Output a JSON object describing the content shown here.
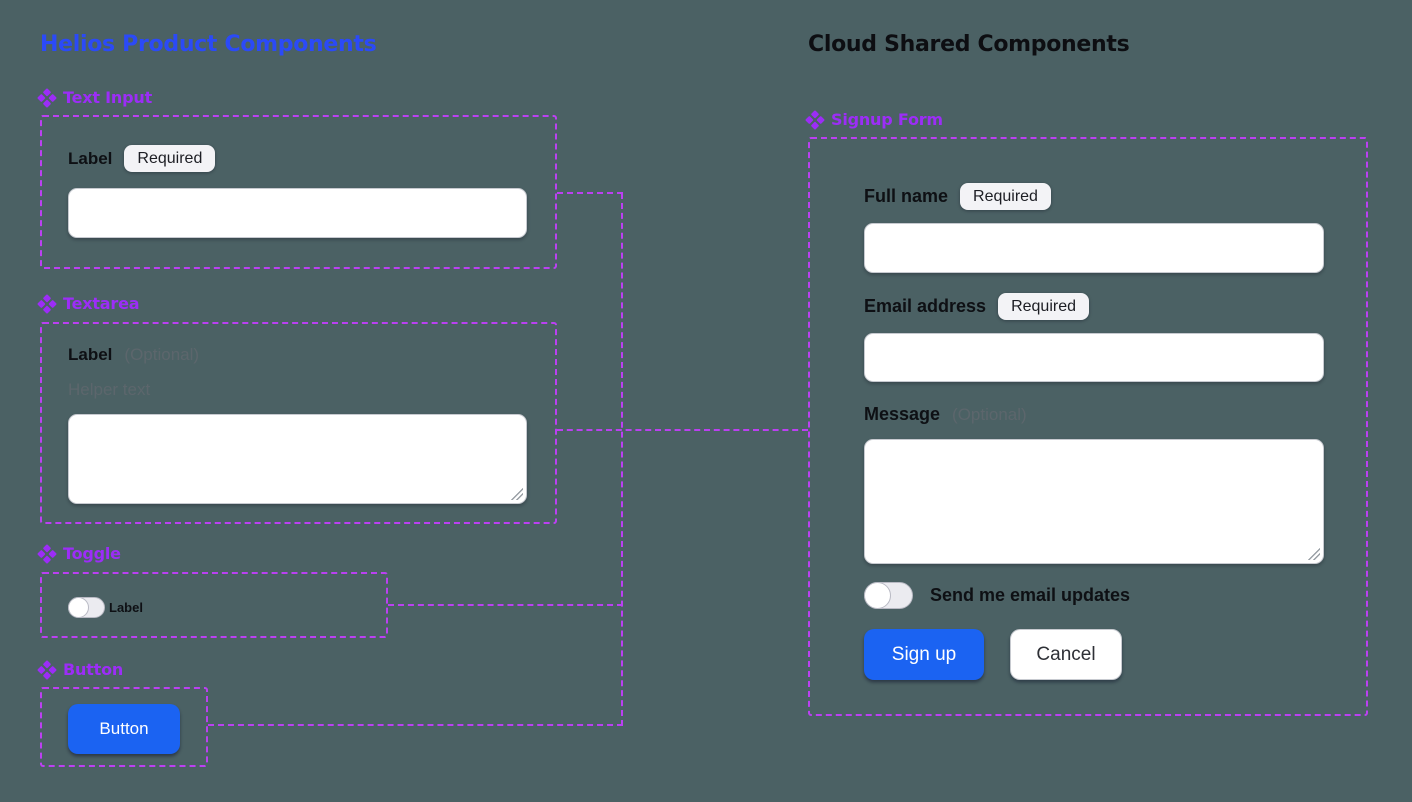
{
  "colors": {
    "canvas_background": "#4b6164",
    "helios_title_blue": "#2b4af7",
    "component_header_purple": "#9c2df7",
    "frame_dash_purple": "#bb40f2",
    "primary_button_blue": "#1b63f2",
    "dark_text": "#0e1014",
    "muted_text": "#5c666c",
    "badge_background": "#f3f3f6"
  },
  "helios": {
    "title": "Helios Product Components",
    "text_input": {
      "header": "Text Input",
      "label": "Label",
      "badge": "Required",
      "value": ""
    },
    "textarea": {
      "header": "Textarea",
      "label": "Label",
      "optional": "(Optional)",
      "helper": "Helper text",
      "value": ""
    },
    "toggle": {
      "header": "Toggle",
      "label": "Label",
      "state": "off"
    },
    "button": {
      "header": "Button",
      "label": "Button"
    }
  },
  "cloud": {
    "title": "Cloud Shared Components",
    "signup_form": {
      "header": "Signup Form",
      "full_name": {
        "label": "Full name",
        "badge": "Required",
        "value": ""
      },
      "email": {
        "label": "Email address",
        "badge": "Required",
        "value": ""
      },
      "message": {
        "label": "Message",
        "optional": "(Optional)",
        "value": ""
      },
      "updates_toggle": {
        "label": "Send me email updates",
        "state": "off"
      },
      "submit_label": "Sign up",
      "cancel_label": "Cancel"
    }
  }
}
